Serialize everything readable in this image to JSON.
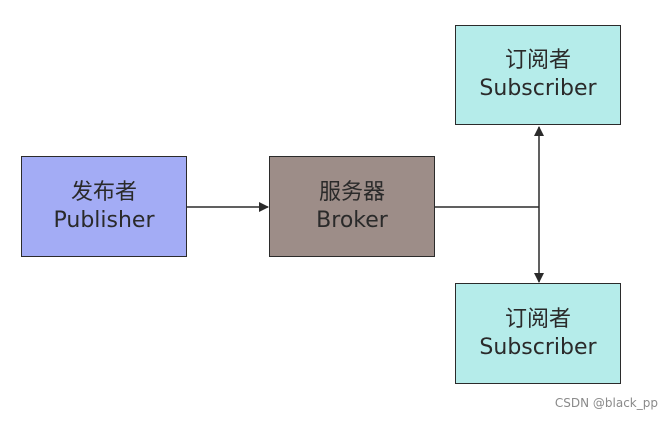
{
  "nodes": {
    "publisher": {
      "line1": "发布者",
      "line2": "Publisher"
    },
    "broker": {
      "line1": "服务器",
      "line2": "Broker"
    },
    "subscriber_top": {
      "line1": "订阅者",
      "line2": "Subscriber"
    },
    "subscriber_bottom": {
      "line1": "订阅者",
      "line2": "Subscriber"
    }
  },
  "edges": [
    {
      "from": "publisher",
      "to": "broker"
    },
    {
      "from": "broker",
      "to": "subscriber_top"
    },
    {
      "from": "broker",
      "to": "subscriber_bottom"
    }
  ],
  "watermark": "CSDN @black_pp",
  "colors": {
    "publisher": "#a3acf5",
    "broker": "#9d8d88",
    "subscriber": "#b5ecea",
    "stroke": "#2b2b2b"
  }
}
